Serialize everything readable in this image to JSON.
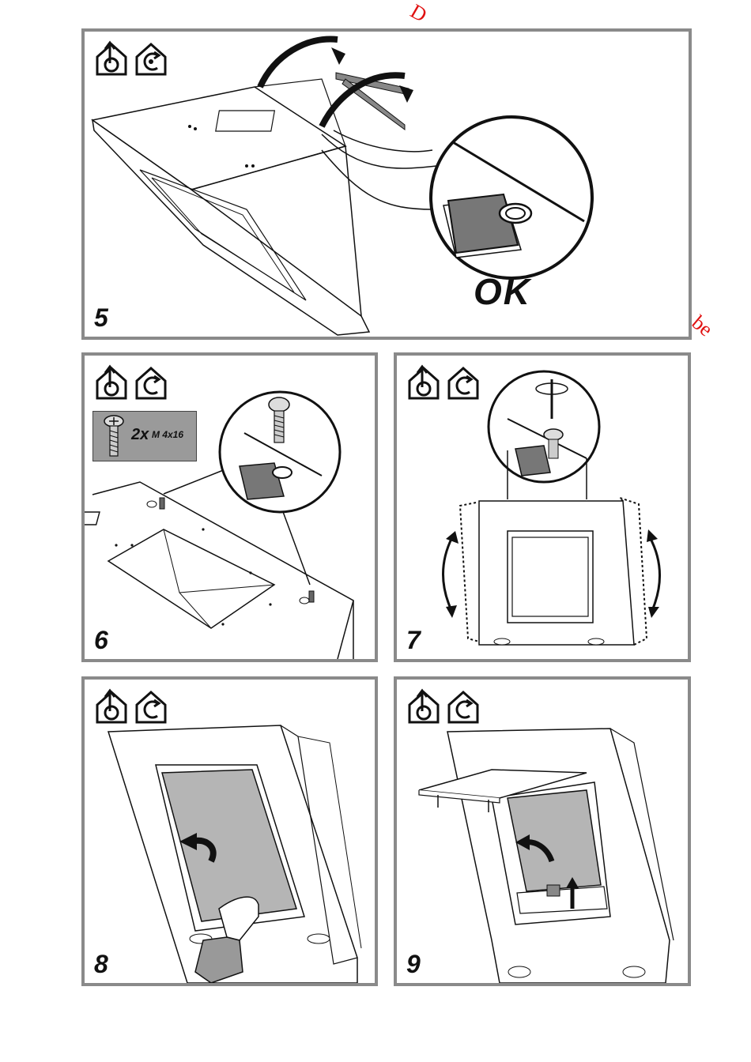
{
  "watermark": {
    "top": "D",
    "side": "e.be"
  },
  "steps": [
    {
      "number": "5",
      "callout": "OK"
    },
    {
      "number": "6",
      "screws": {
        "qty": "2x",
        "size": "M 4x16"
      }
    },
    {
      "number": "7"
    },
    {
      "number": "8"
    },
    {
      "number": "9"
    }
  ],
  "icons": [
    "extraction-mode-icon",
    "recirculation-mode-icon"
  ],
  "colors": {
    "frame": "#8a8a8a",
    "filter": "#b5b5b5",
    "label_box": "#9a9a9a",
    "watermark": "#e01010"
  }
}
